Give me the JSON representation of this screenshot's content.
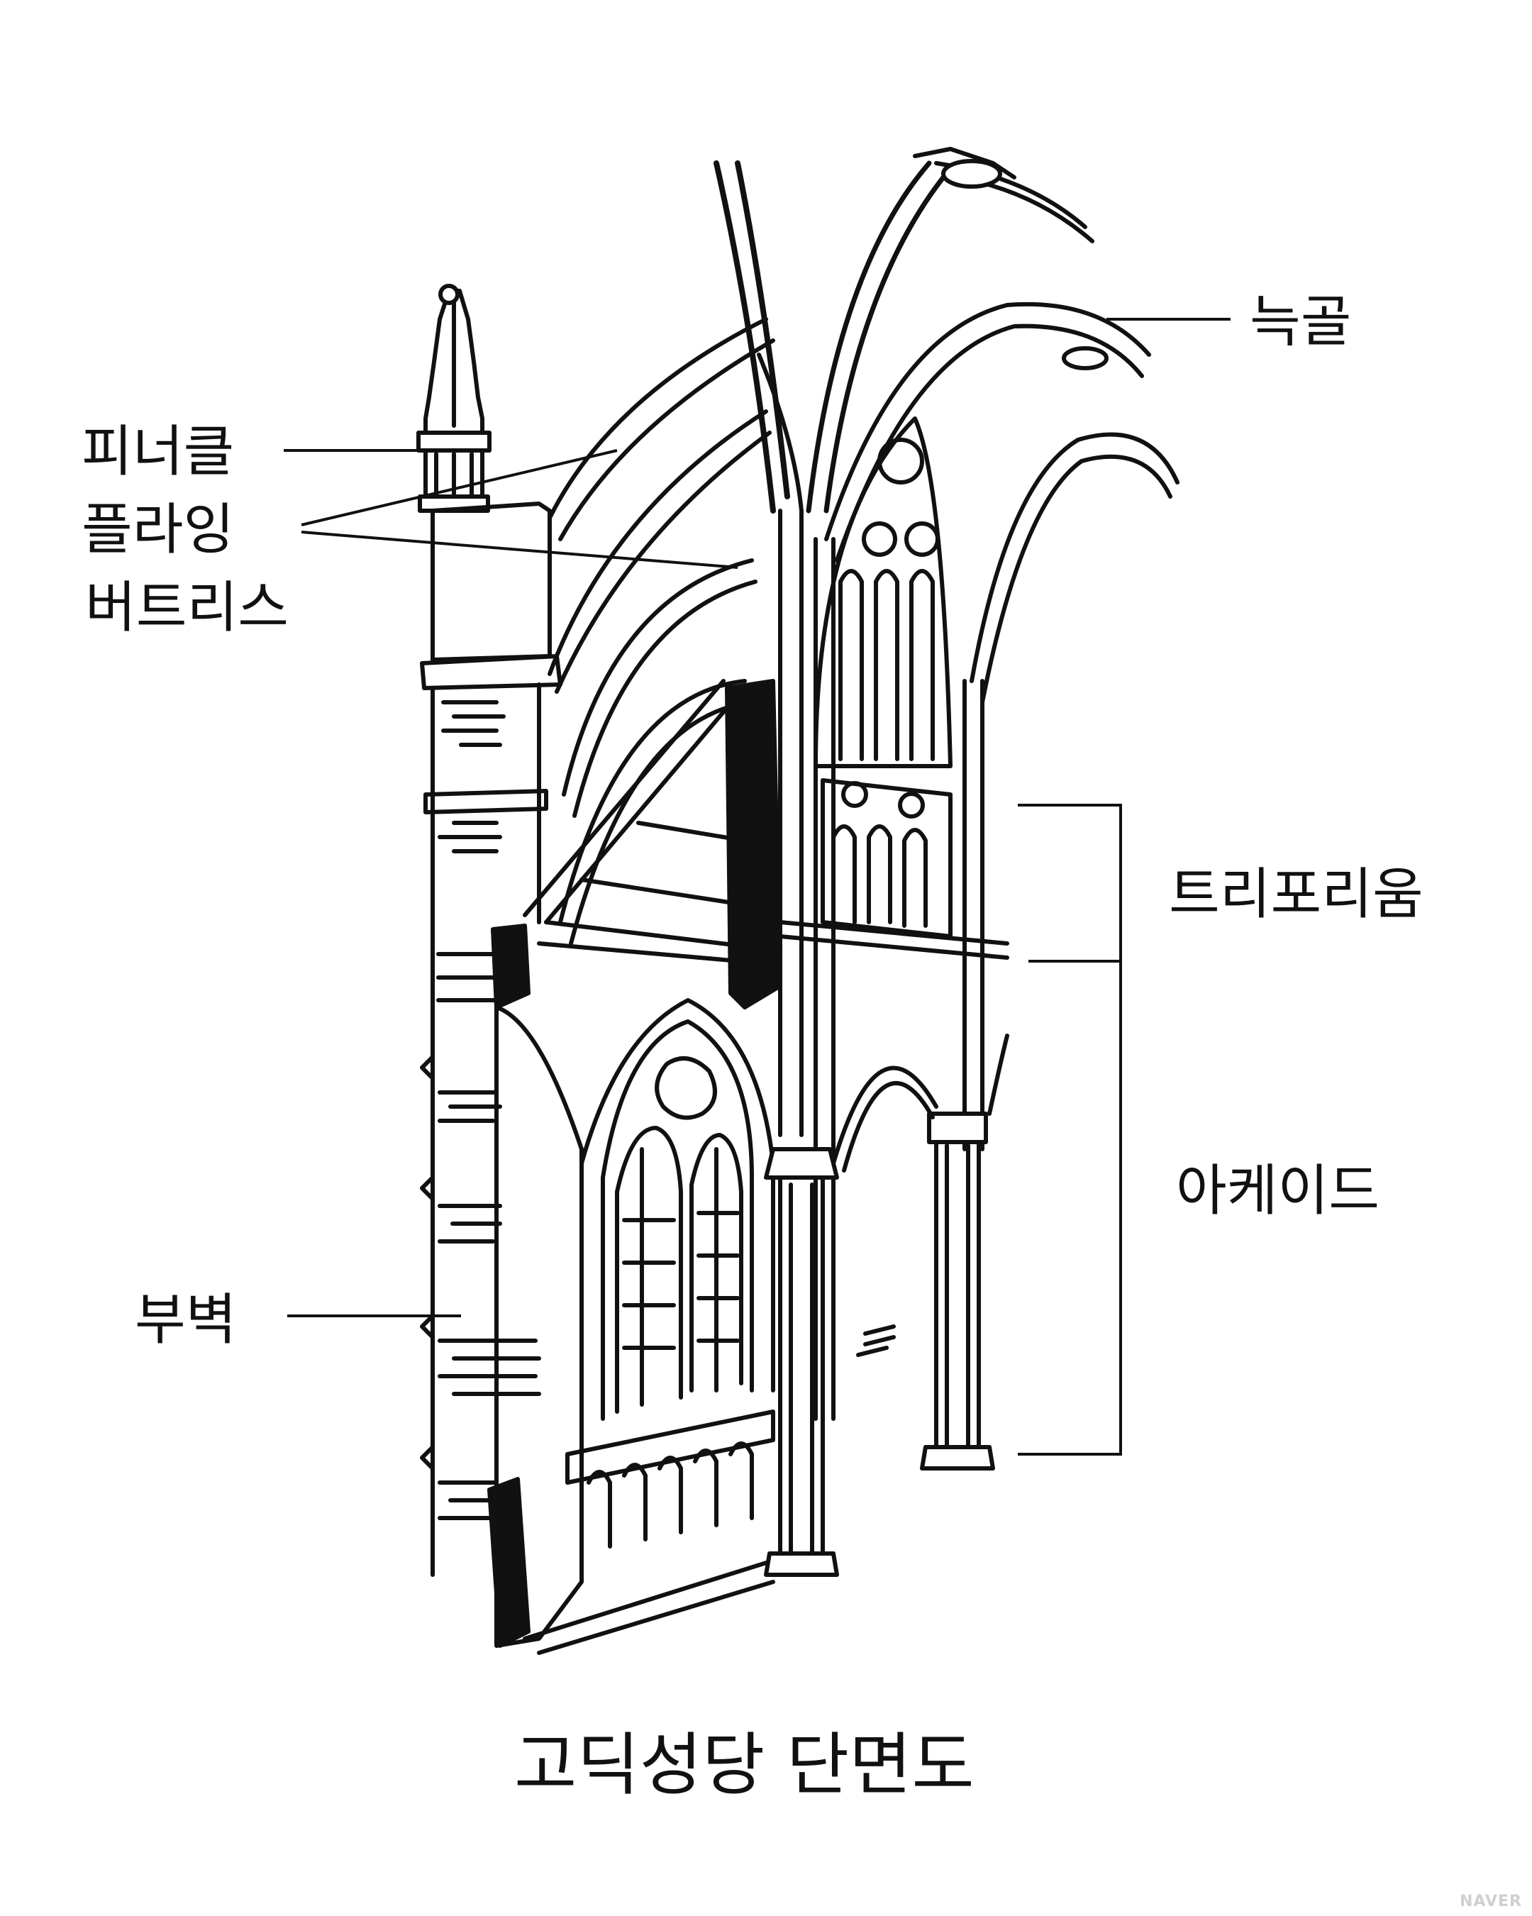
{
  "labels": {
    "rib": "늑골",
    "pinnacle": "피너클",
    "flying_buttress_line1": "플라잉",
    "flying_buttress_line2": "버트리스",
    "triforium": "트리포리움",
    "arcade": "아케이드",
    "buttress": "부벽"
  },
  "title": "고딕성당 단면도",
  "watermark": "NAVER",
  "colors": {
    "ink": "#111111",
    "background": "#ffffff"
  }
}
